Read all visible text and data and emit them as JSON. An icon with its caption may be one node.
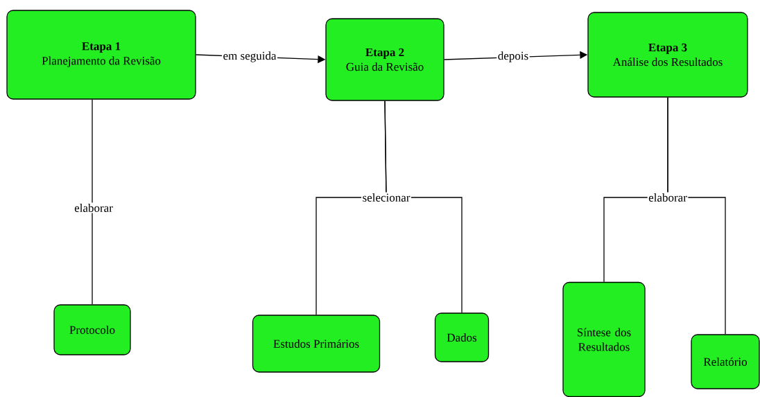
{
  "diagram": {
    "nodes": [
      {
        "text": [
          "Etapa 1",
          "Planejamento da Revisão"
        ]
      },
      {
        "text": [
          "Etapa 2",
          "Guia da Revisão"
        ]
      },
      {
        "text": [
          "Etapa 3",
          "Análise dos Resultados"
        ]
      },
      {
        "text": [
          "Protocolo"
        ]
      },
      {
        "text": [
          "Estudos Primários"
        ]
      },
      {
        "text": [
          "Dados"
        ]
      },
      {
        "text": [
          "Síntese dos Resultados"
        ]
      },
      {
        "text": [
          "Relatório"
        ]
      }
    ],
    "edges": [
      {
        "from": 0,
        "to": 1,
        "arrow": "to",
        "label": "em seguida"
      },
      {
        "from": 1,
        "to": 2,
        "arrow": "to",
        "label": "depois"
      },
      {
        "from": 0,
        "to": 3,
        "arrow": "none",
        "label": "elaborar"
      },
      {
        "from": 1,
        "to": 4,
        "arrow": "none",
        "label": "selecionar"
      },
      {
        "from": 1,
        "to": 5,
        "arrow": "none"
      },
      {
        "from": 2,
        "to": 6,
        "arrow": "none",
        "label": "elaborar"
      },
      {
        "from": 2,
        "to": 7,
        "arrow": "none"
      }
    ]
  }
}
